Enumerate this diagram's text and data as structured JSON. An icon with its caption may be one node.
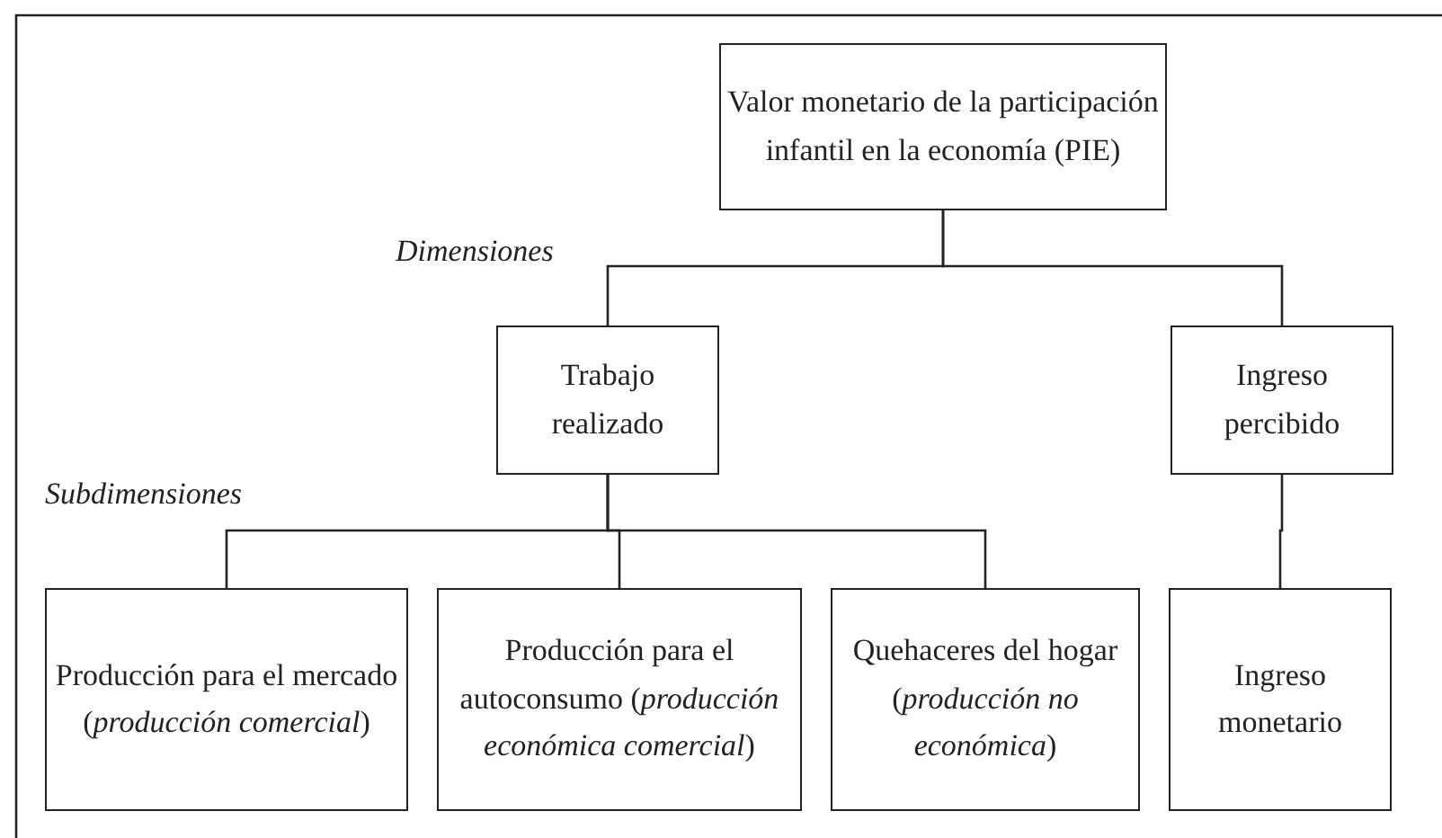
{
  "diagram": {
    "nodes": [
      {
        "text": [
          "Valor monetario de la participación infantil en la economía (PIE)"
        ]
      },
      {
        "text": [
          "Trabajo realizado"
        ]
      },
      {
        "text": [
          "Ingreso percibido"
        ]
      },
      {
        "text": [
          "Producción para el mercado (*producción comercial*)"
        ]
      },
      {
        "text": [
          "Producción para el autoconsumo (*producción económica comercial*)"
        ]
      },
      {
        "text": [
          "Quehaceres del hogar (*producción no económica*)"
        ]
      },
      {
        "text": [
          "Ingreso monetario"
        ]
      }
    ],
    "edges": [
      {
        "from": 0,
        "to": 1,
        "arrow": "none"
      },
      {
        "from": 0,
        "to": 2,
        "arrow": "none"
      },
      {
        "from": 1,
        "to": 3,
        "arrow": "none"
      },
      {
        "from": 1,
        "to": 4,
        "arrow": "none"
      },
      {
        "from": 1,
        "to": 5,
        "arrow": "none"
      },
      {
        "from": 2,
        "to": 6,
        "arrow": "none"
      }
    ],
    "labels": [
      "Dimensiones",
      "Subdimensiones"
    ]
  }
}
